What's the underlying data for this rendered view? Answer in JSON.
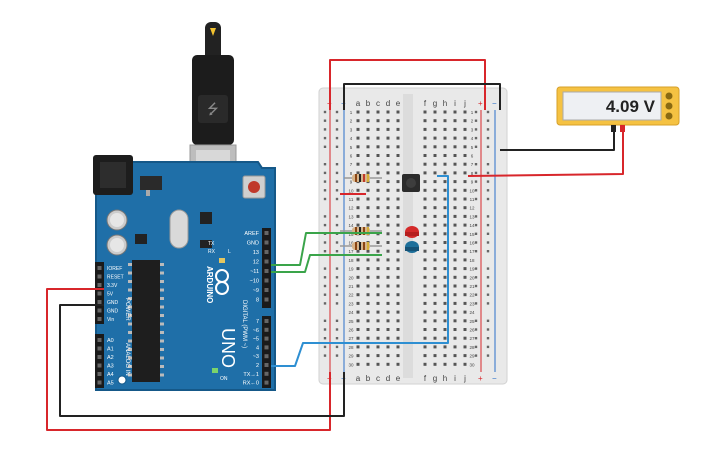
{
  "colors": {
    "board_blue": "#1f6fa8",
    "board_edge": "#155888",
    "breadboard": "#e9e9e9",
    "rail_red": "#d8262b",
    "rail_blue": "#2a6fc9",
    "wire_red": "#d8262b",
    "wire_black": "#222222",
    "wire_green": "#3aa44a",
    "wire_blue": "#2e8fd2",
    "led_red": "#d42a2a",
    "led_blue": "#1d6f9a",
    "meter_body": "#f5c242",
    "meter_screen": "#eef0f3"
  },
  "multimeter": {
    "reading": "4.09 V",
    "icon": "multimeter-icon"
  },
  "arduino": {
    "brand": "ARDUINO",
    "model": "UNO",
    "power_header_title": "POWER",
    "analog_header_title": "ANALOG IN",
    "digital_header_title": "DIGITAL (PWM ~)",
    "on_label": "ON",
    "tx_label": "TX",
    "rx_label": "RX",
    "l_label": "L",
    "power_pins": [
      "IOREF",
      "RESET",
      "3.3V",
      "5V",
      "GND",
      "GND",
      "Vin"
    ],
    "analog_pins": [
      "A0",
      "A1",
      "A2",
      "A3",
      "A4",
      "A5"
    ],
    "digital_top_pins": [
      "AREF",
      "GND",
      "13",
      "12",
      "~11",
      "~10",
      "~9",
      "8"
    ],
    "digital_bottom_pins": [
      "7",
      "~6",
      "~5",
      "4",
      "~3",
      "2",
      "TX→1",
      "RX←0"
    ]
  },
  "breadboard": {
    "columns_left": [
      "a",
      "b",
      "c",
      "d",
      "e"
    ],
    "columns_right": [
      "f",
      "g",
      "h",
      "i",
      "j"
    ],
    "rows": [
      "1",
      "2",
      "3",
      "4",
      "5",
      "6",
      "7",
      "8",
      "9",
      "10",
      "11",
      "12",
      "13",
      "14",
      "15",
      "16",
      "17",
      "18",
      "19",
      "20",
      "21",
      "22",
      "23",
      "24",
      "25",
      "26",
      "27",
      "28",
      "29",
      "30"
    ],
    "rail_plus": "+",
    "rail_minus": "−"
  }
}
